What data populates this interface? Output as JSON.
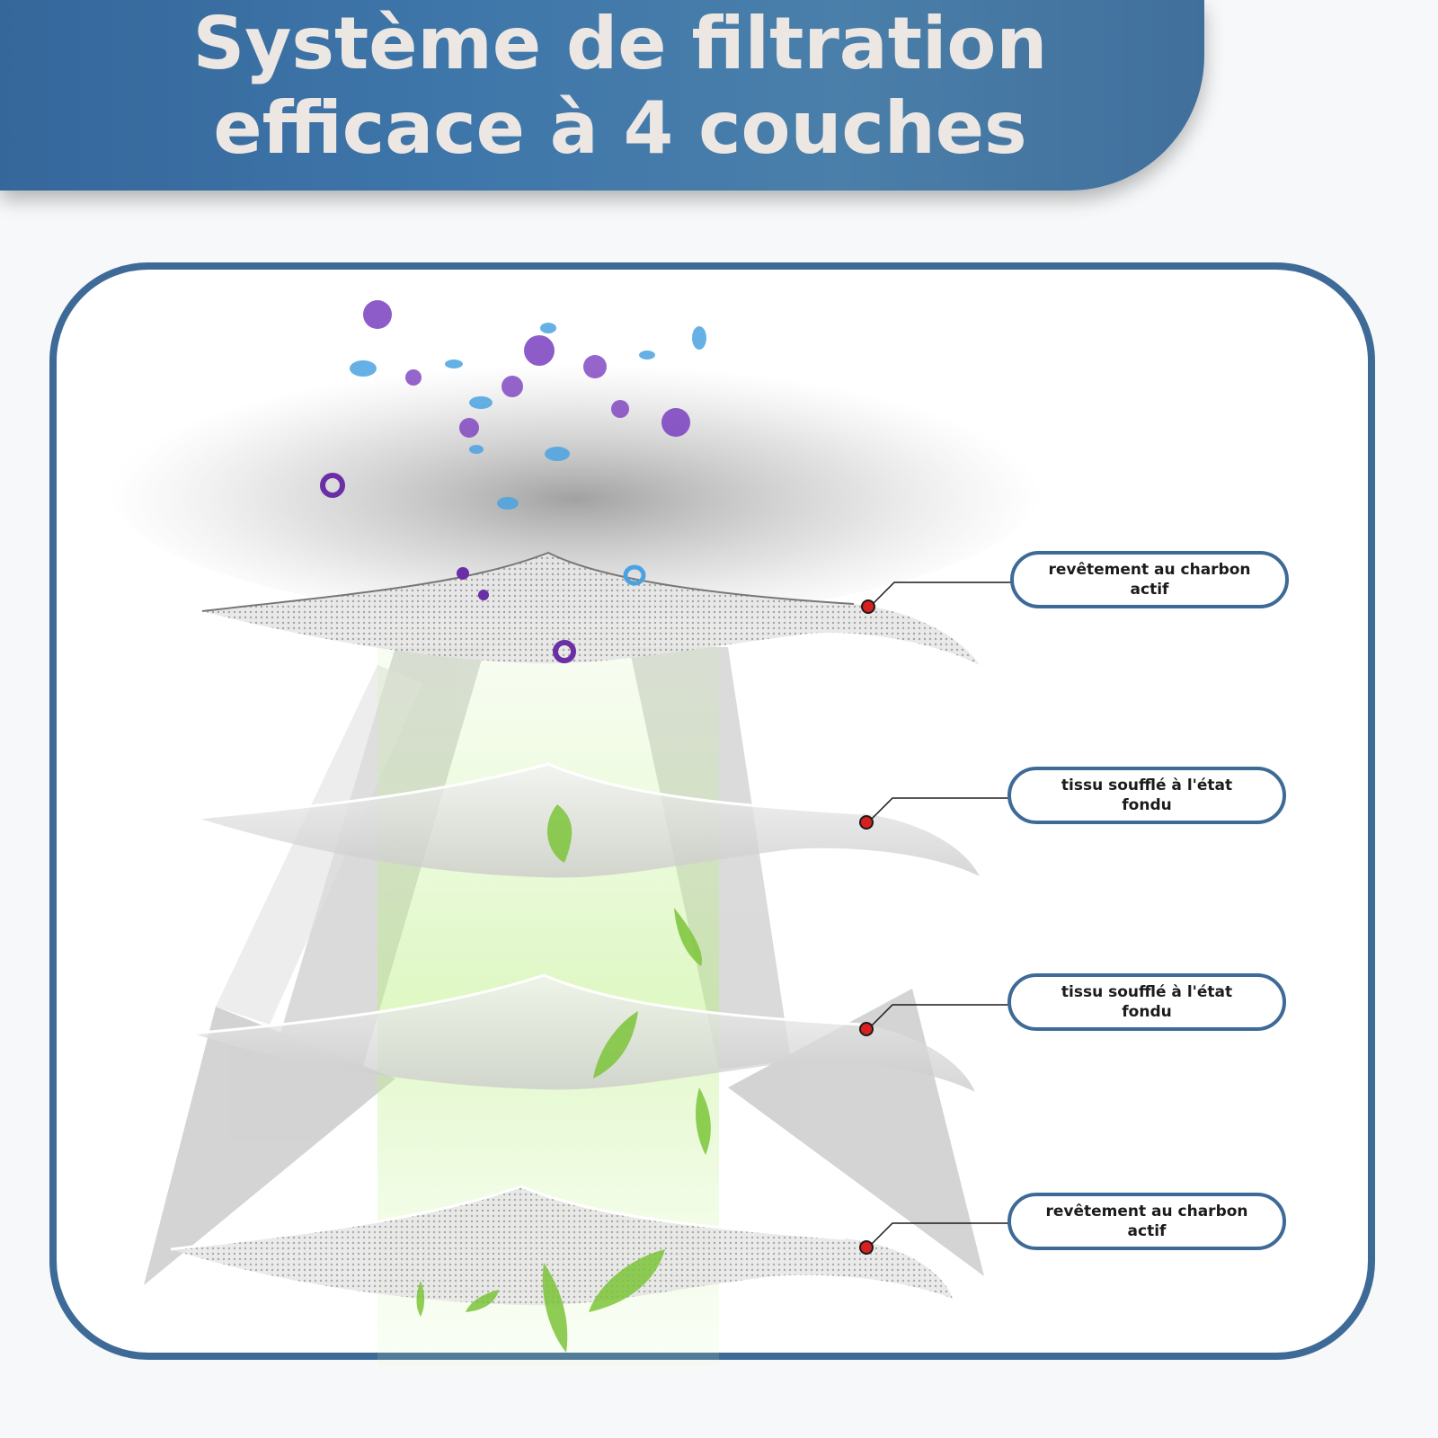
{
  "header": {
    "title_line1": "Système de filtration",
    "title_line2": "efficace à 4 couches"
  },
  "layers": [
    {
      "label": "revêtement au charbon actif"
    },
    {
      "label": "tissu soufflé à l'état fondu"
    },
    {
      "label": "tissu soufflé à l'état fondu"
    },
    {
      "label": "revêtement au charbon actif"
    }
  ],
  "colors": {
    "banner": "#3f77aa",
    "frame_border": "#3d6a97",
    "marker": "#d92020",
    "particles_purple": "#7a3fbf",
    "particles_blue": "#4aa3e0",
    "leaf_green": "#7cc43a"
  }
}
